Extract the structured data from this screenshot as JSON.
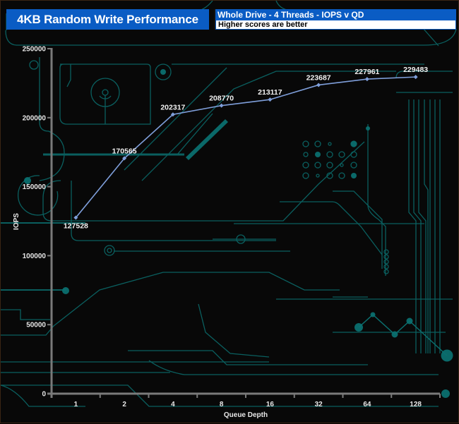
{
  "header": {
    "title": "4KB Random Write Performance",
    "subtitle": "Whole Drive - 4 Threads - IOPS v QD",
    "note": "Higher scores are better"
  },
  "colors": {
    "header_blue": "#0a5cc4",
    "line": "#7f9fdb",
    "circuit": "#0b6f6f",
    "axis": "#7a7a7a"
  },
  "chart_data": {
    "type": "line",
    "title": "4KB Random Write Performance",
    "subtitle": "Whole Drive - 4 Threads - IOPS v QD",
    "xlabel": "Queue Depth",
    "ylabel": "IOPS",
    "categories": [
      "1",
      "2",
      "4",
      "8",
      "16",
      "32",
      "64",
      "128"
    ],
    "ylim": [
      0,
      250000
    ],
    "yticks": [
      0,
      50000,
      100000,
      150000,
      200000,
      250000
    ],
    "grid": false,
    "legend": "none",
    "series": [
      {
        "name": "IOPS",
        "values": [
          127528,
          170565,
          202317,
          208770,
          213117,
          223687,
          227961,
          229483
        ],
        "labels": [
          "127528",
          "170565",
          "202317",
          "208770",
          "213117",
          "223687",
          "227961",
          "229483"
        ]
      }
    ]
  }
}
